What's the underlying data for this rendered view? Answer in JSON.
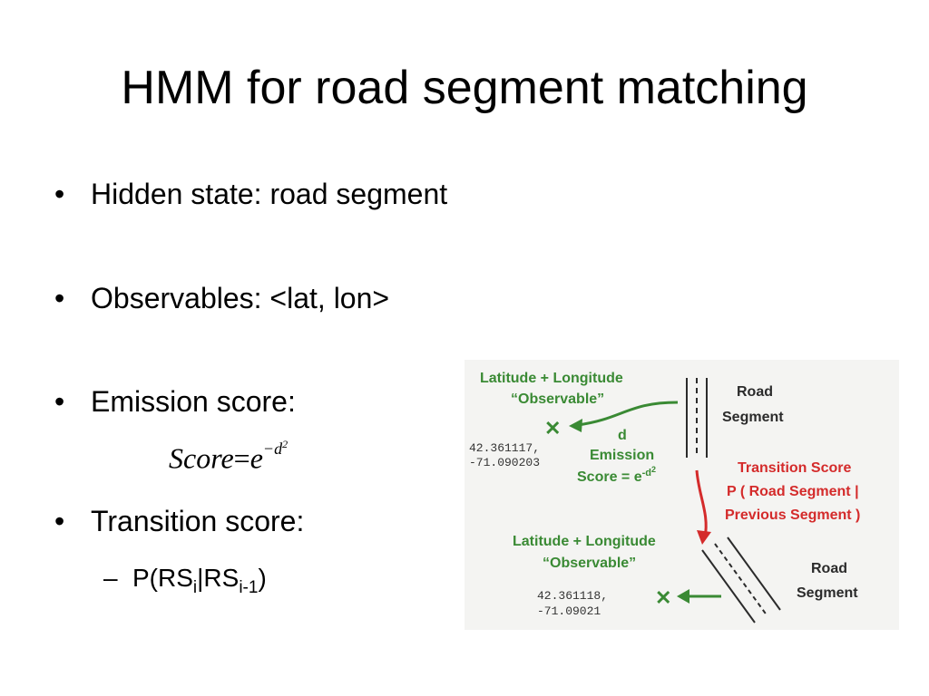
{
  "title": "HMM for road segment matching",
  "bullets": [
    {
      "text": "Hidden state: road segment"
    },
    {
      "text": "Observables: <lat, lon>"
    },
    {
      "text": "Emission score:"
    },
    {
      "text": "Transition score:"
    }
  ],
  "formula": {
    "lhs": "Score",
    "eq": "=",
    "base": "e",
    "exponent": "−d",
    "exponent_power": "2"
  },
  "sub_bullet": {
    "dash": "–",
    "prefix": "P(RS",
    "sub1": "i",
    "middle": "|RS",
    "sub2": "i-1",
    "suffix": ")"
  },
  "bullet_symbol": "•",
  "figure": {
    "top_observable_line1": "Latitude + Longitude",
    "top_observable_line2": "“Observable”",
    "top_coord_line1": "42.361117,",
    "top_coord_line2": "-71.090203",
    "top_road_line1": "Road",
    "top_road_line2": "Segment",
    "distance_label": "d",
    "emission_label": "Emission",
    "emission_score_text": "Score = e",
    "emission_score_exp": "-d",
    "emission_score_pow": "2",
    "transition_line1": "Transition Score",
    "transition_line2": "P ( Road Segment |",
    "transition_line3": "Previous Segment )",
    "bottom_observable_line1": "Latitude + Longitude",
    "bottom_observable_line2": "“Observable”",
    "bottom_coord_line1": "42.361118,",
    "bottom_coord_line2": "-71.09021",
    "bottom_road_line1": "Road",
    "bottom_road_line2": "Segment",
    "marker_symbol": "✕",
    "colors": {
      "green": "#3a8a34",
      "red": "#d42b2b",
      "dark": "#2b2b2b",
      "background": "#f4f4f2"
    }
  }
}
